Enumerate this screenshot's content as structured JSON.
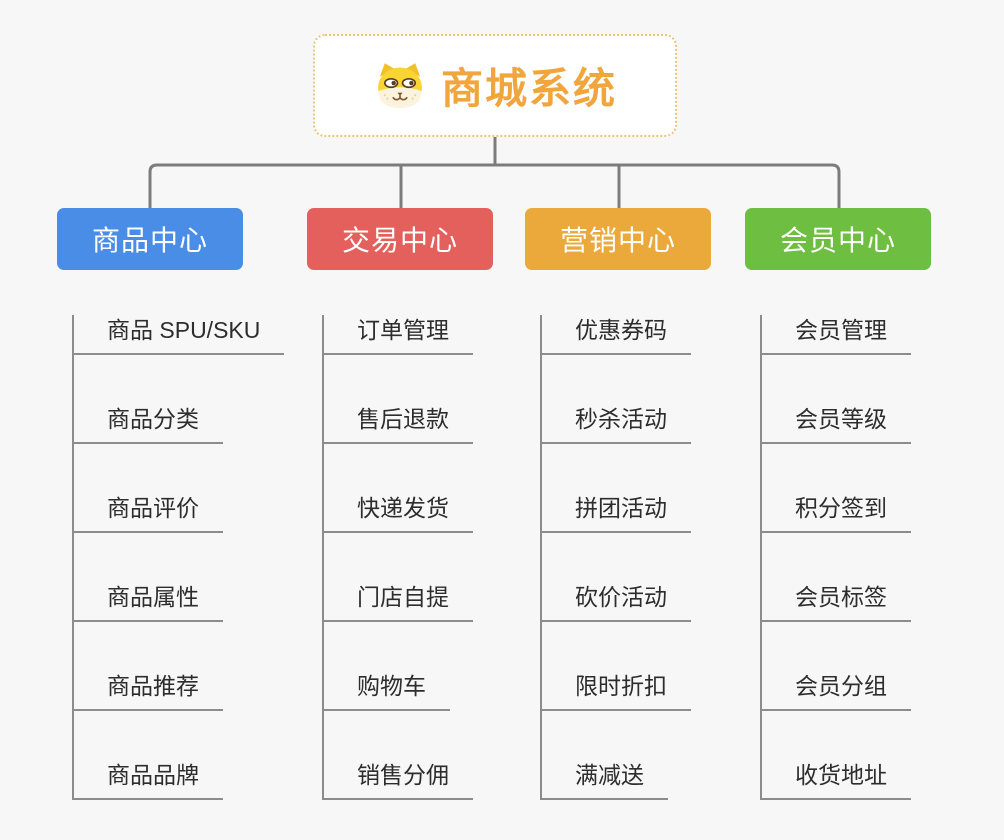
{
  "root": {
    "title": "商城系统",
    "icon": "dog-face-icon",
    "title_color": "#f0a63c",
    "border_color": "#f2c178",
    "background": "#ffffff"
  },
  "branches": [
    {
      "label": "商品中心",
      "color": "#4a8de6",
      "children": [
        "商品 SPU/SKU",
        "商品分类",
        "商品评价",
        "商品属性",
        "商品推荐",
        "商品品牌"
      ]
    },
    {
      "label": "交易中心",
      "color": "#e4605c",
      "children": [
        "订单管理",
        "售后退款",
        "快递发货",
        "门店自提",
        "购物车",
        "销售分佣"
      ]
    },
    {
      "label": "营销中心",
      "color": "#eba93b",
      "children": [
        "优惠券码",
        "秒杀活动",
        "拼团活动",
        "砍价活动",
        "限时折扣",
        "满减送"
      ]
    },
    {
      "label": "会员中心",
      "color": "#6dbe41",
      "children": [
        "会员管理",
        "会员等级",
        "积分签到",
        "会员标签",
        "会员分组",
        "收货地址"
      ]
    }
  ],
  "style": {
    "connector_color": "#7c7c7c",
    "child_line_color": "#8c8c8c",
    "child_text_color": "#2d2d2d",
    "background": "#f7f7f7"
  }
}
